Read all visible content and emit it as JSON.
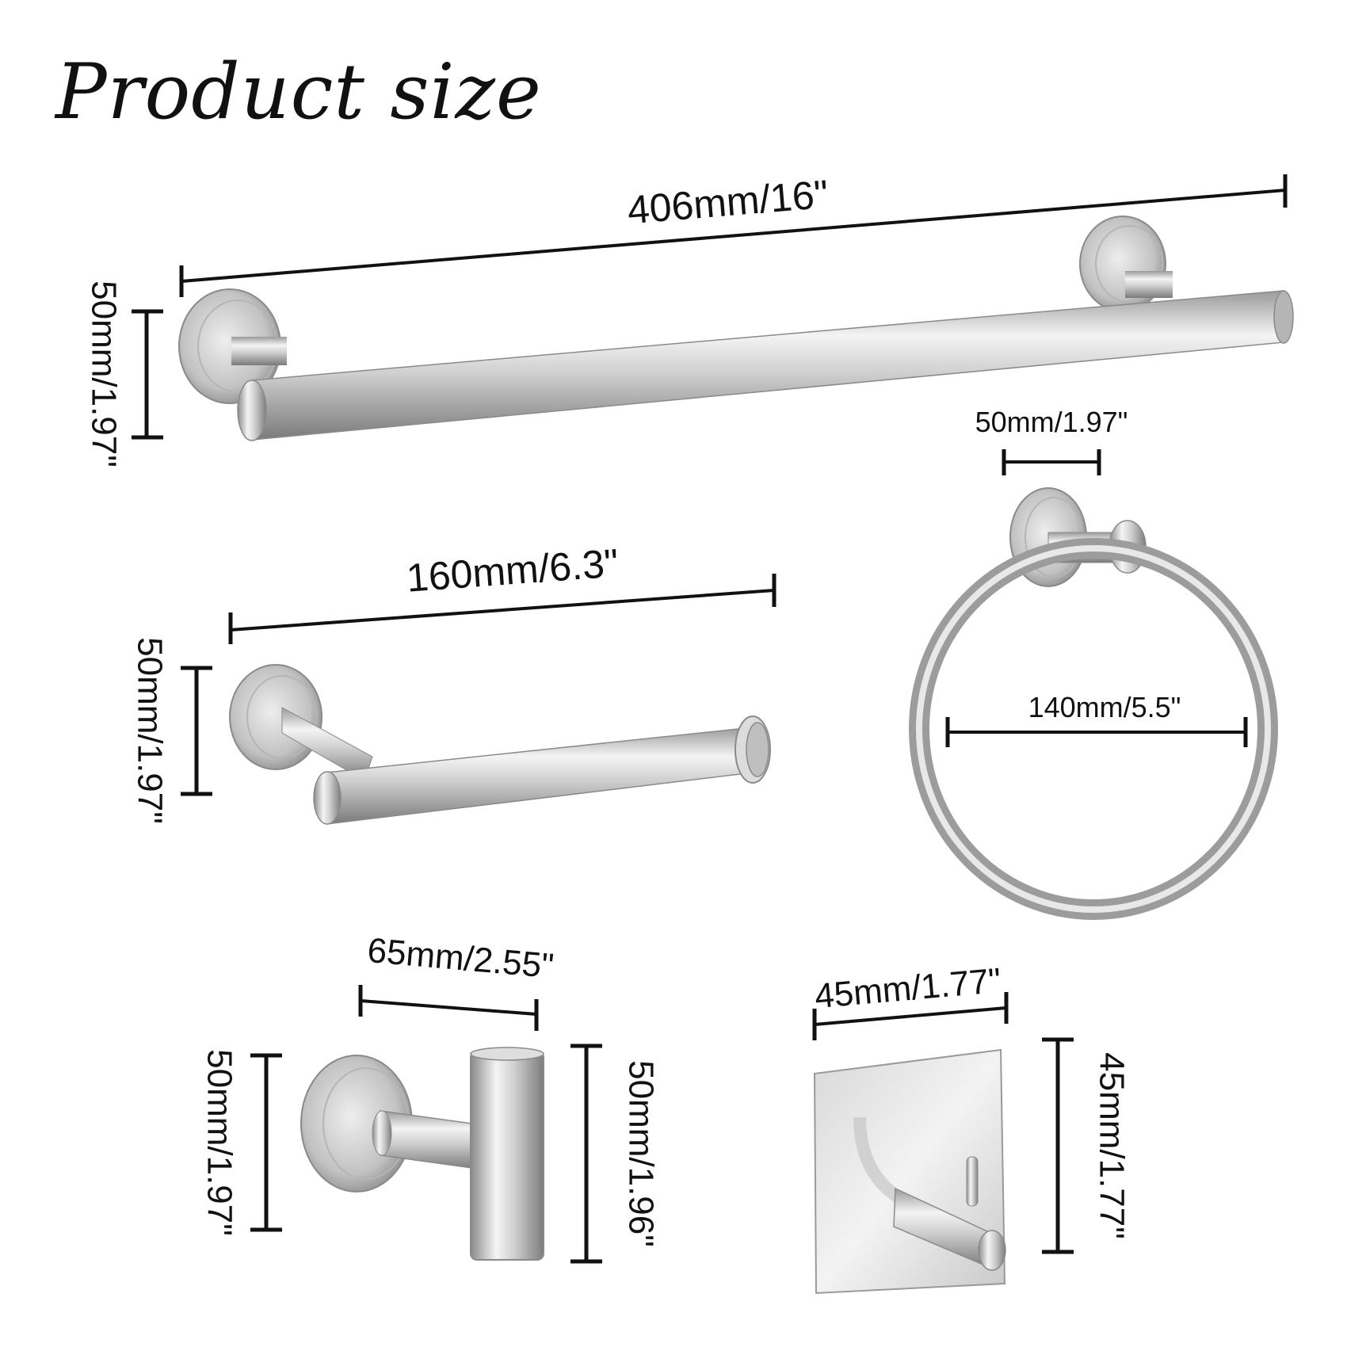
{
  "title": "Product size",
  "colors": {
    "background": "#ffffff",
    "text": "#111111",
    "dimension_line": "#111111",
    "metal_light": "#f2f2f2",
    "metal_mid": "#c4c4c4",
    "metal_dark": "#8a8a8a"
  },
  "products": {
    "towel_bar": {
      "width_label": "406mm/16\"",
      "height_label": "50mm/1.97\""
    },
    "toilet_paper_holder": {
      "width_label": "160mm/6.3\"",
      "height_label": "50mm/1.97\""
    },
    "towel_ring": {
      "base_label": "50mm/1.97\"",
      "diameter_label": "140mm/5.5\""
    },
    "robe_hook": {
      "width_label": "65mm/2.55\"",
      "base_height_label": "50mm/1.97\"",
      "hook_height_label": "50mm/1.96\""
    },
    "adhesive_hook": {
      "width_label": "45mm/1.77\"",
      "height_label": "45mm/1.77\""
    }
  }
}
